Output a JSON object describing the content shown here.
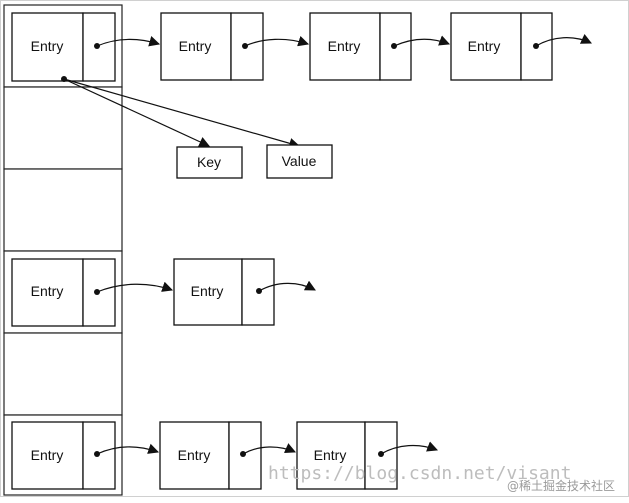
{
  "diagram": {
    "entry_label": "Entry",
    "key_label": "Key",
    "value_label": "Value"
  },
  "watermark": {
    "url": "https://blog.csdn.net/visant",
    "badge": "@稀土掘金技术社区"
  },
  "colors": {
    "stroke": "#111111",
    "watermark": "#bdbdbd"
  }
}
